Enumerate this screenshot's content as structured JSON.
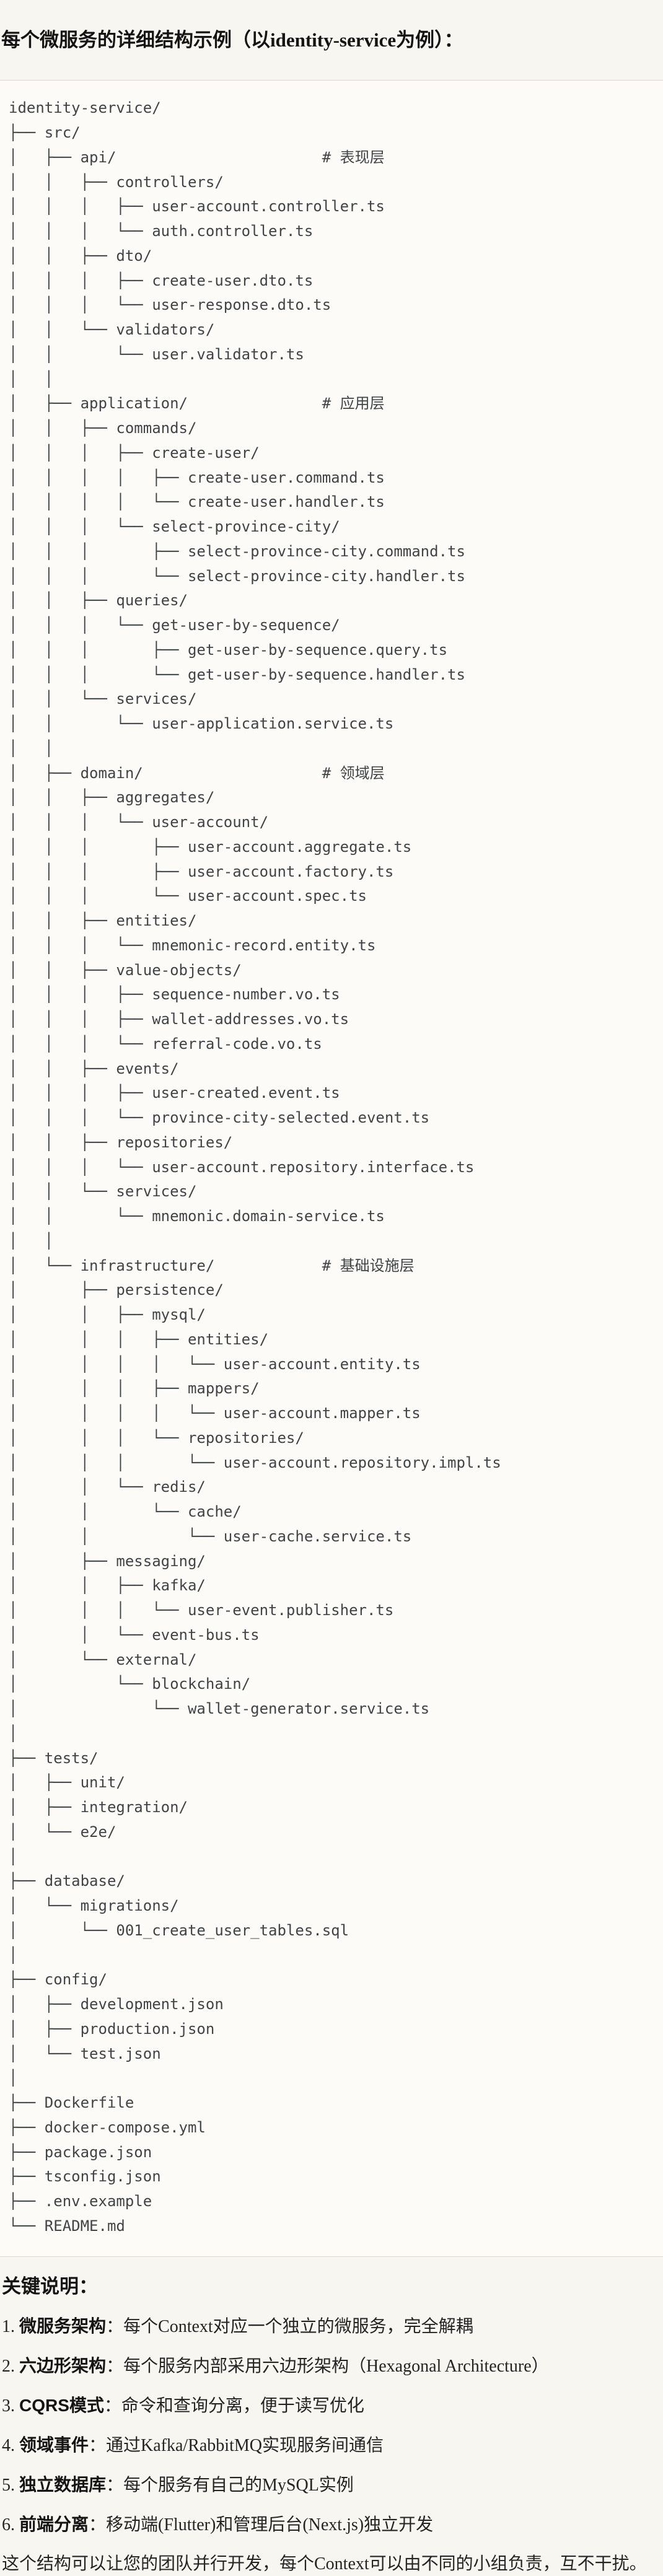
{
  "page": {
    "title": "每个微服务的详细结构示例（以identity-service为例）："
  },
  "code_block": {
    "language": "plaintext",
    "lines": [
      "identity-service/",
      "├── src/",
      "│   ├── api/                       # 表现层",
      "│   │   ├── controllers/",
      "│   │   │   ├── user-account.controller.ts",
      "│   │   │   └── auth.controller.ts",
      "│   │   ├── dto/",
      "│   │   │   ├── create-user.dto.ts",
      "│   │   │   └── user-response.dto.ts",
      "│   │   └── validators/",
      "│   │       └── user.validator.ts",
      "│   │",
      "│   ├── application/               # 应用层",
      "│   │   ├── commands/",
      "│   │   │   ├── create-user/",
      "│   │   │   │   ├── create-user.command.ts",
      "│   │   │   │   └── create-user.handler.ts",
      "│   │   │   └── select-province-city/",
      "│   │   │       ├── select-province-city.command.ts",
      "│   │   │       └── select-province-city.handler.ts",
      "│   │   ├── queries/",
      "│   │   │   └── get-user-by-sequence/",
      "│   │   │       ├── get-user-by-sequence.query.ts",
      "│   │   │       └── get-user-by-sequence.handler.ts",
      "│   │   └── services/",
      "│   │       └── user-application.service.ts",
      "│   │",
      "│   ├── domain/                    # 领域层",
      "│   │   ├── aggregates/",
      "│   │   │   └── user-account/",
      "│   │   │       ├── user-account.aggregate.ts",
      "│   │   │       ├── user-account.factory.ts",
      "│   │   │       └── user-account.spec.ts",
      "│   │   ├── entities/",
      "│   │   │   └── mnemonic-record.entity.ts",
      "│   │   ├── value-objects/",
      "│   │   │   ├── sequence-number.vo.ts",
      "│   │   │   ├── wallet-addresses.vo.ts",
      "│   │   │   └── referral-code.vo.ts",
      "│   │   ├── events/",
      "│   │   │   ├── user-created.event.ts",
      "│   │   │   └── province-city-selected.event.ts",
      "│   │   ├── repositories/",
      "│   │   │   └── user-account.repository.interface.ts",
      "│   │   └── services/",
      "│   │       └── mnemonic.domain-service.ts",
      "│   │",
      "│   └── infrastructure/            # 基础设施层",
      "│       ├── persistence/",
      "│       │   ├── mysql/",
      "│       │   │   ├── entities/",
      "│       │   │   │   └── user-account.entity.ts",
      "│       │   │   ├── mappers/",
      "│       │   │   │   └── user-account.mapper.ts",
      "│       │   │   └── repositories/",
      "│       │   │       └── user-account.repository.impl.ts",
      "│       │   └── redis/",
      "│       │       └── cache/",
      "│       │           └── user-cache.service.ts",
      "│       ├── messaging/",
      "│       │   ├── kafka/",
      "│       │   │   └── user-event.publisher.ts",
      "│       │   └── event-bus.ts",
      "│       └── external/",
      "│           └── blockchain/",
      "│               └── wallet-generator.service.ts",
      "│",
      "├── tests/",
      "│   ├── unit/",
      "│   ├── integration/",
      "│   └── e2e/",
      "│",
      "├── database/",
      "│   └── migrations/",
      "│       └── 001_create_user_tables.sql",
      "│",
      "├── config/",
      "│   ├── development.json",
      "│   ├── production.json",
      "│   └── test.json",
      "│",
      "├── Dockerfile",
      "├── docker-compose.yml",
      "├── package.json",
      "├── tsconfig.json",
      "├── .env.example",
      "└── README.md"
    ]
  },
  "key_notes": {
    "heading": "关键说明：",
    "items": [
      {
        "num": "1.",
        "label": "微服务架构",
        "text": "：每个Context对应一个独立的微服务，完全解耦"
      },
      {
        "num": "2.",
        "label": "六边形架构",
        "text": "：每个服务内部采用六边形架构（Hexagonal Architecture）"
      },
      {
        "num": "3.",
        "label": "CQRS模式",
        "text": "：命令和查询分离，便于读写优化"
      },
      {
        "num": "4.",
        "label": "领域事件",
        "text": "：通过Kafka/RabbitMQ实现服务间通信"
      },
      {
        "num": "5.",
        "label": "独立数据库",
        "text": "：每个服务有自己的MySQL实例"
      },
      {
        "num": "6.",
        "label": "前端分离",
        "text": "：移动端(Flutter)和管理后台(Next.js)独立开发"
      }
    ],
    "footer": "这个结构可以让您的团队并行开发，每个Context可以由不同的小组负责，互不干扰。"
  },
  "colors": {
    "page_bg": "#f8f6f0",
    "code_bg": "#fcfbf8",
    "border": "#d9d6ce",
    "code_text": "#414447",
    "heading_text": "#141414",
    "body_text": "#242424"
  }
}
